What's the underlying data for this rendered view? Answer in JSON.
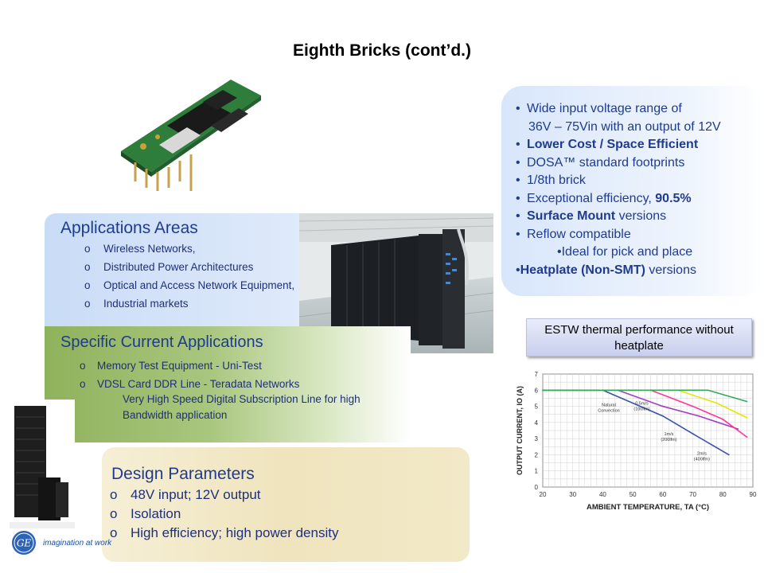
{
  "slide": {
    "title": "Eighth Bricks (cont’d.)"
  },
  "features": {
    "lines": [
      {
        "bullet": "•",
        "parts": [
          {
            "text": "Wide input voltage range of",
            "bold": false
          }
        ]
      },
      {
        "bullet": "",
        "parts": [
          {
            "text": "36V – 75Vin",
            "bold": false
          },
          {
            "text": " with an output of ",
            "bold": false
          },
          {
            "text": "12V",
            "bold": false
          }
        ]
      },
      {
        "bullet": "•",
        "parts": [
          {
            "text": "Lower Cost  / Space Efficient",
            "bold": true
          }
        ]
      },
      {
        "bullet": "•",
        "parts": [
          {
            "text": "DOSA™",
            "bold": false
          },
          {
            "text": " standard footprints",
            "bold": false
          }
        ]
      },
      {
        "bullet": "•",
        "parts": [
          {
            "text": "1/8th brick",
            "bold": false
          }
        ]
      },
      {
        "bullet": "•",
        "parts": [
          {
            "text": "Exceptional efficiency, ",
            "bold": false
          },
          {
            "text": "90.5%",
            "bold": true
          }
        ]
      },
      {
        "bullet": "•",
        "parts": [
          {
            "text": "Surface Mount",
            "bold": true
          },
          {
            "text": " versions",
            "bold": false
          }
        ]
      },
      {
        "bullet": "•",
        "parts": [
          {
            "text": "Reflow compatible",
            "bold": false
          }
        ]
      },
      {
        "bullet": "",
        "parts": [
          {
            "text": "•Ideal for pick and place",
            "bold": false
          }
        ]
      },
      {
        "bullet": "",
        "parts": [
          {
            "text": "•",
            "bold": false
          },
          {
            "text": "Heatplate (Non-SMT)",
            "bold": true
          },
          {
            "text": " versions",
            "bold": false
          }
        ]
      }
    ]
  },
  "thermal": {
    "caption_line1": "ESTW thermal performance without",
    "caption_line2": "heatplate"
  },
  "applications": {
    "heading": "Applications Areas",
    "bullet": "o",
    "items": [
      "Wireless Networks,",
      "Distributed Power Architectures",
      "Optical and Access Network Equipment,",
      "Industrial markets"
    ]
  },
  "specific": {
    "heading": "Specific Current Applications",
    "bullet": "o",
    "items": [
      "Memory Test Equipment  - Uni-Test",
      "VDSL Card DDR Line  -  Teradata Networks"
    ],
    "sub_line1": "Very High Speed Digital Subscription Line for high",
    "sub_line2": "Bandwidth application"
  },
  "design": {
    "heading": "Design Parameters",
    "bullet": "o",
    "items": [
      "48V input; 12V output",
      "Isolation",
      "High efficiency; high power density"
    ]
  },
  "brand": {
    "logo_text": "GE",
    "tagline": "imagination at work"
  },
  "chart_data": {
    "type": "line",
    "xlabel": "AMBIENT TEMPERATURE, TA (°C)",
    "ylabel": "OUTPUT CURRENT, IO (A)",
    "xlim": [
      20,
      90
    ],
    "ylim": [
      0,
      7
    ],
    "xticks": [
      20,
      30,
      40,
      50,
      60,
      70,
      80,
      90
    ],
    "yticks": [
      0,
      1,
      2,
      3,
      4,
      5,
      6,
      7
    ],
    "grid": true,
    "series": [
      {
        "name": "Natural Convection",
        "color": "#3a4fb0",
        "x": [
          20,
          40,
          60,
          70,
          82
        ],
        "y": [
          6,
          6,
          4.4,
          3.3,
          2.0
        ]
      },
      {
        "name": "0.5m/s (100lfm)",
        "color": "#a040c0",
        "x": [
          20,
          45,
          60,
          72,
          85
        ],
        "y": [
          6,
          6,
          5.0,
          4.4,
          3.6
        ]
      },
      {
        "name": "1m/s (200lfm)",
        "color": "#ff3399",
        "x": [
          20,
          56,
          70,
          80,
          88
        ],
        "y": [
          6,
          6,
          5.0,
          4.2,
          3.1
        ]
      },
      {
        "name": "2m/s (400lfm)",
        "color": "#e6e600",
        "x": [
          20,
          65,
          78,
          88
        ],
        "y": [
          6,
          6,
          5.2,
          4.3
        ]
      },
      {
        "name": "",
        "color": "#33aa55",
        "x": [
          20,
          75,
          88
        ],
        "y": [
          6,
          6,
          5.3
        ]
      }
    ],
    "annotations": [
      "Natural Convection",
      "0.5m/s (100lfm)",
      "1m/s (200lfm)",
      "2m/s (400lfm)"
    ]
  },
  "colors": {
    "accent": "#1f3b8f",
    "features_bg": "#d8e6fb",
    "apps_bg": "#c9dcf6",
    "specific_bg": "#8fb25c",
    "design_bg": "#f2e9c8"
  }
}
